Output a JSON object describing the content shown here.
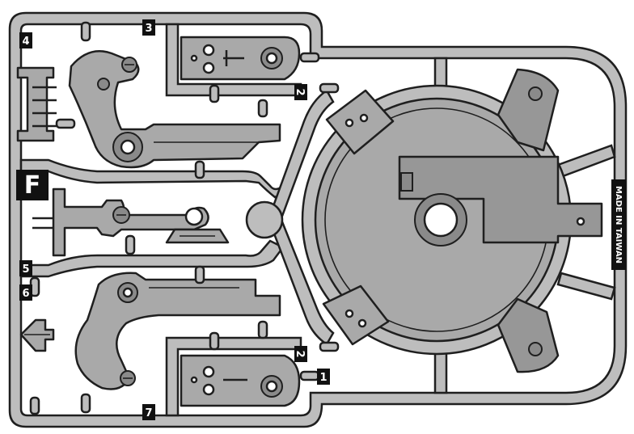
{
  "sprue": {
    "letter": "F",
    "imprint": "MADE IN TAIWAN",
    "part_numbers": [
      "1",
      "2",
      "2",
      "3",
      "4",
      "5",
      "6",
      "7"
    ]
  }
}
